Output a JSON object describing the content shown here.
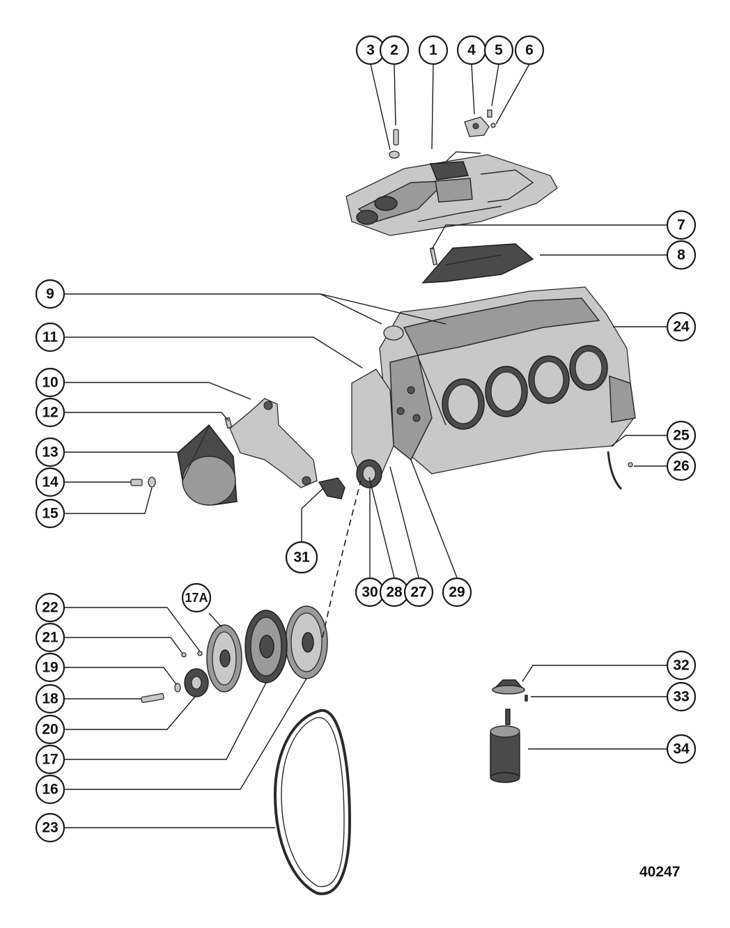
{
  "figure_number": "40247",
  "callouts": [
    {
      "label": "1"
    },
    {
      "label": "2"
    },
    {
      "label": "3"
    },
    {
      "label": "4"
    },
    {
      "label": "5"
    },
    {
      "label": "6"
    },
    {
      "label": "7"
    },
    {
      "label": "8"
    },
    {
      "label": "9"
    },
    {
      "label": "10"
    },
    {
      "label": "11"
    },
    {
      "label": "12"
    },
    {
      "label": "13"
    },
    {
      "label": "14"
    },
    {
      "label": "15"
    },
    {
      "label": "16"
    },
    {
      "label": "17"
    },
    {
      "label": "17A"
    },
    {
      "label": "18"
    },
    {
      "label": "19"
    },
    {
      "label": "20"
    },
    {
      "label": "21"
    },
    {
      "label": "22"
    },
    {
      "label": "23"
    },
    {
      "label": "24"
    },
    {
      "label": "25"
    },
    {
      "label": "26"
    },
    {
      "label": "27"
    },
    {
      "label": "28"
    },
    {
      "label": "29"
    },
    {
      "label": "30"
    },
    {
      "label": "31"
    },
    {
      "label": "32"
    },
    {
      "label": "33"
    },
    {
      "label": "34"
    }
  ]
}
